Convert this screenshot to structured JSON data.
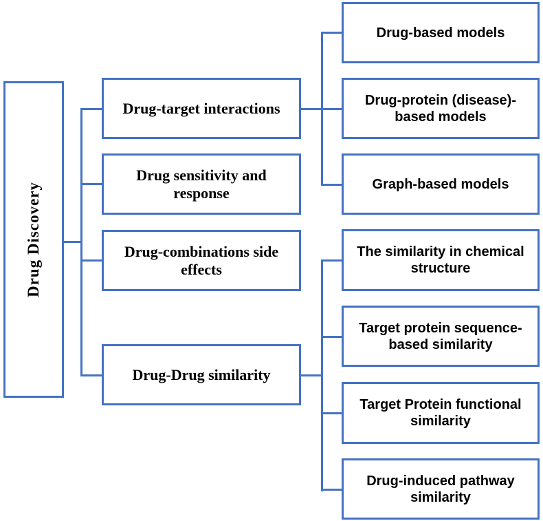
{
  "diagram": {
    "colors": {
      "border": "#4472C4",
      "text": "#000000",
      "background": "#FFFFFF"
    },
    "root": {
      "label": "Drug Discovery"
    },
    "branches": [
      {
        "label": "Drug-target interactions",
        "children": [
          "Drug-based models",
          "Drug-protein (disease)-based models",
          "Graph-based models"
        ]
      },
      {
        "label": "Drug sensitivity and response",
        "children": []
      },
      {
        "label": "Drug-combinations side effects",
        "children": []
      },
      {
        "label": "Drug-Drug similarity",
        "children": [
          "The similarity in chemical structure",
          "Target protein sequence-based similarity",
          "Target Protein functional similarity",
          "Drug-induced pathway similarity"
        ]
      }
    ]
  }
}
